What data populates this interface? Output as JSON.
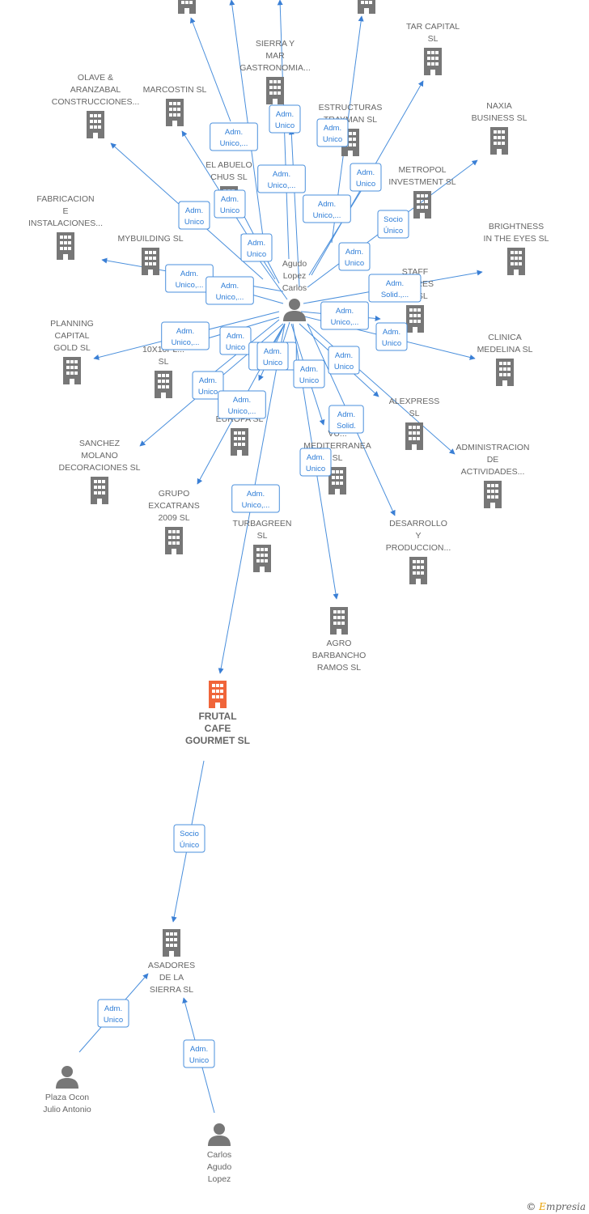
{
  "colors": {
    "edge": "#4a8fdc",
    "building": "#777777",
    "focus": "#f0653a",
    "person": "#777777",
    "label": "#666666"
  },
  "footer": {
    "copyright": "©",
    "brand_initial": "E",
    "brand_rest": "mpresia"
  },
  "nodes": [
    {
      "id": "top-left",
      "type": "building",
      "label": []
    },
    {
      "id": "top-right",
      "type": "building",
      "label": []
    },
    {
      "id": "sierra-mar",
      "type": "building",
      "label": [
        "SIERRA Y",
        "MAR",
        "GASTRONOMIA..."
      ]
    },
    {
      "id": "tar-capital",
      "type": "building",
      "label": [
        "TAR CAPITAL",
        "SL"
      ]
    },
    {
      "id": "olave",
      "type": "building",
      "label": [
        "OLAVE &",
        "ARANZABAL",
        "CONSTRUCCIONES..."
      ]
    },
    {
      "id": "marcostin",
      "type": "building",
      "label": [
        "MARCOSTIN SL"
      ]
    },
    {
      "id": "estructuras",
      "type": "building",
      "label": [
        "ESTRUCTURAS",
        "TRAYMAN SL"
      ]
    },
    {
      "id": "naxia",
      "type": "building",
      "label": [
        "NAXIA",
        "BUSINESS SL"
      ]
    },
    {
      "id": "el-abuelo",
      "type": "building",
      "label": [
        "EL ABUELO",
        "CHUS SL"
      ]
    },
    {
      "id": "metropol",
      "type": "building",
      "label": [
        "METROPOL",
        "INVESTMENT SL"
      ]
    },
    {
      "id": "fabricacion",
      "type": "building",
      "label": [
        "FABRICACION",
        "E",
        "INSTALACIONES..."
      ]
    },
    {
      "id": "mybuilding",
      "type": "building",
      "label": [
        "MYBUILDING SL"
      ]
    },
    {
      "id": "brightness",
      "type": "building",
      "label": [
        "BRIGHTNESS",
        "IN THE EYES SL"
      ]
    },
    {
      "id": "staff",
      "type": "building",
      "label": [
        "STAFF",
        "...DORES",
        "...S SL"
      ]
    },
    {
      "id": "planning",
      "type": "building",
      "label": [
        "PLANNING",
        "CAPITAL",
        "GOLD SL"
      ]
    },
    {
      "id": "10x10",
      "type": "building",
      "label": [
        "10X10PL...",
        "SL"
      ]
    },
    {
      "id": "clinica",
      "type": "building",
      "label": [
        "CLINICA",
        "MEDELINA SL"
      ]
    },
    {
      "id": "alexpress",
      "type": "building",
      "label": [
        "ALEXPRESS",
        "SL"
      ]
    },
    {
      "id": "po-europa",
      "type": "building",
      "label": [
        "PO...",
        "EUROPA SL"
      ]
    },
    {
      "id": "sanchez",
      "type": "building",
      "label": [
        "SANCHEZ",
        "MOLANO",
        "DECORACIONES SL"
      ]
    },
    {
      "id": "vuela",
      "type": "building",
      "label": [
        "VU...",
        "MEDITERRANEA",
        "SL"
      ]
    },
    {
      "id": "administracion",
      "type": "building",
      "label": [
        "ADMINISTRACION",
        "DE",
        "ACTIVIDADES..."
      ]
    },
    {
      "id": "excatrans",
      "type": "building",
      "label": [
        "GRUPO",
        "EXCATRANS",
        "2009 SL"
      ]
    },
    {
      "id": "turbagreen",
      "type": "building",
      "label": [
        "TURBAGREEN",
        "SL"
      ]
    },
    {
      "id": "desarrollo",
      "type": "building",
      "label": [
        "DESARROLLO",
        "Y",
        "PRODUCCION..."
      ]
    },
    {
      "id": "agro",
      "type": "building",
      "label": [
        "AGRO",
        "BARBANCHO",
        "RAMOS SL"
      ]
    },
    {
      "id": "frutal",
      "type": "focus",
      "label": [
        "FRUTAL",
        "CAFE",
        "GOURMET SL"
      ]
    },
    {
      "id": "asadores",
      "type": "building",
      "label": [
        "ASADORES",
        "DE LA",
        "SIERRA SL"
      ]
    },
    {
      "id": "agudo-lopez",
      "type": "person",
      "label": [
        "Agudo",
        "Lopez",
        "Carlos"
      ]
    },
    {
      "id": "plaza-ocon",
      "type": "person",
      "label": [
        "Plaza Ocon",
        "Julio Antonio"
      ]
    },
    {
      "id": "carlos-agudo",
      "type": "person",
      "label": [
        "Carlos",
        "Agudo",
        "Lopez"
      ]
    }
  ],
  "edges": [
    {
      "id": "e1",
      "label": [
        "Adm.",
        "Unico,..."
      ]
    },
    {
      "id": "e2",
      "label": [
        "Adm.",
        "Unico"
      ]
    },
    {
      "id": "e3",
      "label": [
        "Adm.",
        "Unico,..."
      ]
    },
    {
      "id": "e4",
      "label": [
        "Adm.",
        "Unico"
      ]
    },
    {
      "id": "e5",
      "label": [
        "Adm.",
        "Unico"
      ]
    },
    {
      "id": "e6",
      "label": [
        "Adm.",
        "Unico"
      ]
    },
    {
      "id": "e7",
      "label": [
        "Adm.",
        "Unico,..."
      ]
    },
    {
      "id": "e8",
      "label": [
        "Adm.",
        "Unico"
      ]
    },
    {
      "id": "e9",
      "label": [
        "Socio",
        "Único"
      ]
    },
    {
      "id": "e10",
      "label": [
        "Adm.",
        "Unico"
      ]
    },
    {
      "id": "e11",
      "label": [
        "Adm.",
        "Unico"
      ]
    },
    {
      "id": "e12",
      "label": [
        "Adm.",
        "Unico,..."
      ]
    },
    {
      "id": "e13",
      "label": [
        "Adm.",
        "Unico"
      ]
    },
    {
      "id": "e14",
      "label": [
        "Adm.",
        "Solid.,..."
      ]
    },
    {
      "id": "e15",
      "label": [
        "Adm.",
        "Unico,..."
      ]
    },
    {
      "id": "e16",
      "label": [
        "Adm.",
        "Unico,..."
      ]
    },
    {
      "id": "e17",
      "label": [
        "Adm.",
        "Unico"
      ]
    },
    {
      "id": "e18",
      "label": [
        "Adm.",
        "Unico"
      ]
    },
    {
      "id": "e19",
      "label": [
        "Adm.",
        "Unico,..."
      ]
    },
    {
      "id": "e20",
      "label": [
        "Adm.",
        "Unico"
      ]
    },
    {
      "id": "e21",
      "label": [
        "Adm.",
        "Unico"
      ]
    },
    {
      "id": "e22",
      "label": [
        "Adm.",
        "Unico,..."
      ]
    },
    {
      "id": "e23",
      "label": [
        "Adm.",
        "Unico"
      ]
    },
    {
      "id": "e24",
      "label": [
        "Adm.",
        "Unico"
      ]
    },
    {
      "id": "e25",
      "label": [
        "Adm.",
        "Unico"
      ]
    },
    {
      "id": "e26",
      "label": [
        "Adm.",
        "Solid."
      ]
    },
    {
      "id": "e27",
      "label": [
        "Adm.",
        "Unico"
      ]
    },
    {
      "id": "e28",
      "label": [
        "Adm.",
        "Unico,..."
      ]
    },
    {
      "id": "e29",
      "label": [
        "Adm.",
        "Unico,..."
      ]
    },
    {
      "id": "e30",
      "label": [
        "Socio",
        "Único"
      ]
    },
    {
      "id": "e31",
      "label": [
        "Adm.",
        "Unico"
      ]
    },
    {
      "id": "e32",
      "label": [
        "Adm.",
        "Unico"
      ]
    }
  ]
}
